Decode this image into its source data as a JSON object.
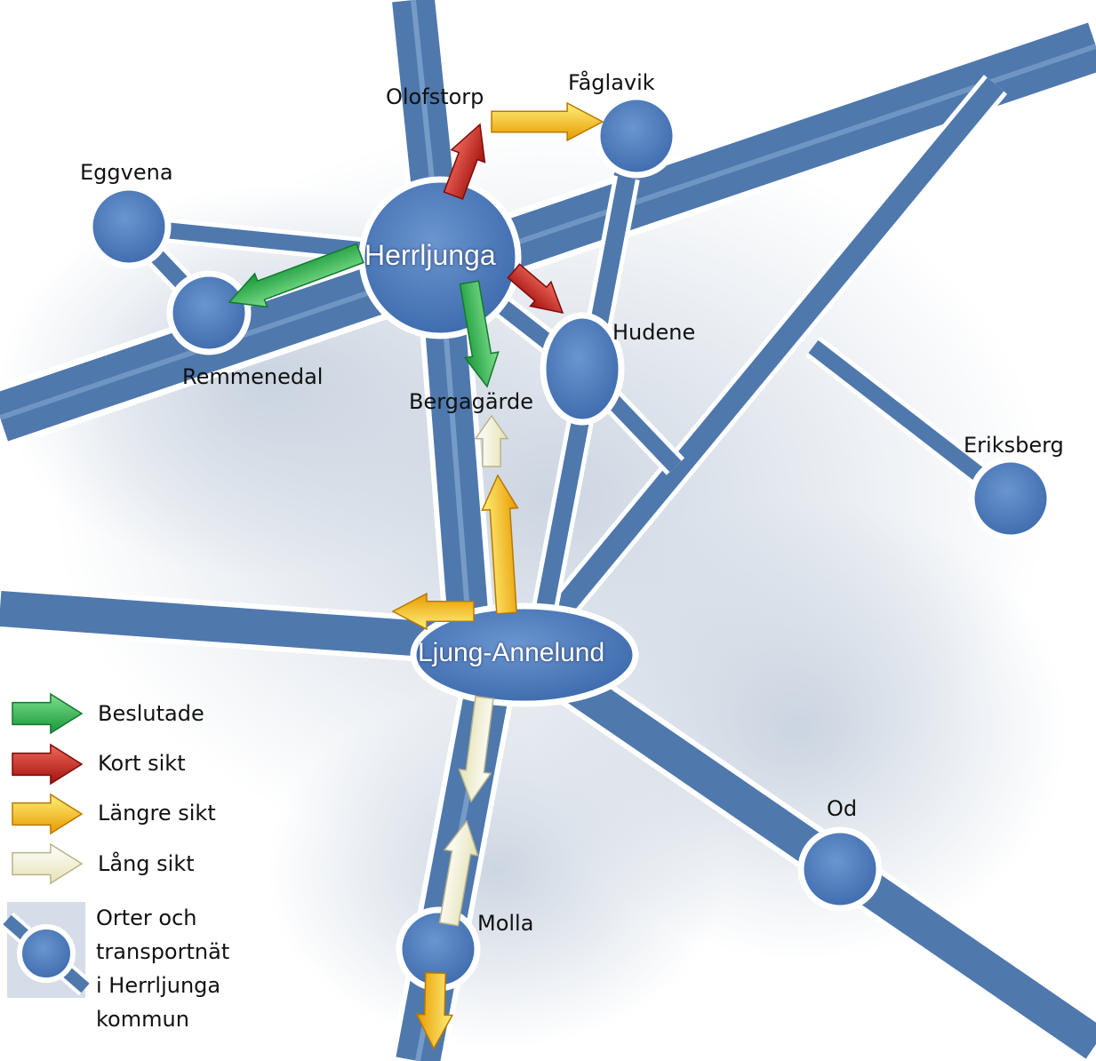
{
  "colors": {
    "road": "#4f78ad",
    "road_highlight": "#8fb2d9",
    "node_fill": "#4c7bbf",
    "node_ring": "#ffffff",
    "green": "#2fb84a",
    "red": "#c8201e",
    "yellow": "#f5b800",
    "cream": "#f6f4d6",
    "fog": "#c9d2de"
  },
  "places": {
    "herrljunga": "Herrljunga",
    "ljung_annelund": "Ljung-Annelund",
    "olofstorp": "Olofstorp",
    "faglavik": "Fåglavik",
    "eggvena": "Eggvena",
    "remmenedal": "Remmenedal",
    "bergagarde": "Bergagärde",
    "hudene": "Hudene",
    "eriksberg": "Eriksberg",
    "od": "Od",
    "molla": "Molla"
  },
  "legend": {
    "beslutade": {
      "label": "Beslutade",
      "color": "green"
    },
    "kort_sikt": {
      "label": "Kort sikt",
      "color": "red"
    },
    "langre_sikt": {
      "label": "Längre sikt",
      "color": "yellow"
    },
    "lang_sikt": {
      "label": "Lång sikt",
      "color": "cream"
    },
    "network": {
      "line1": "Orter och",
      "line2": "transportnät",
      "line3": "i Herrljunga",
      "line4": "kommun"
    }
  }
}
